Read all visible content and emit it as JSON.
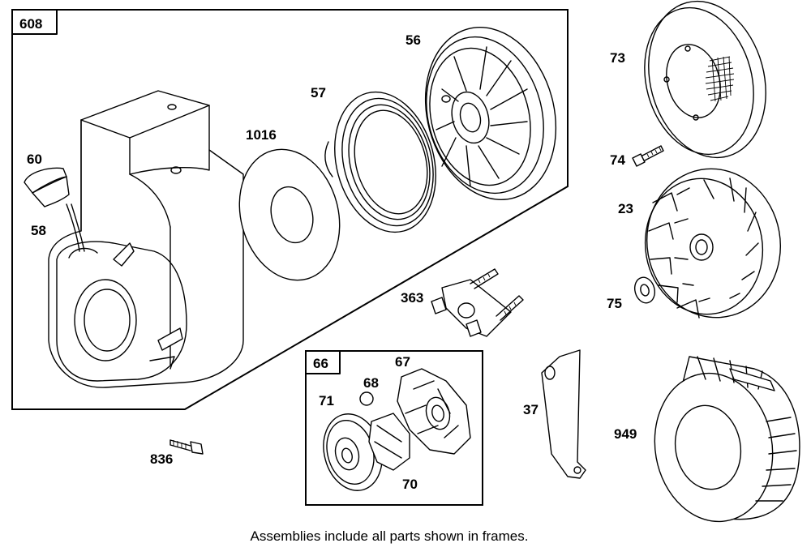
{
  "frames": {
    "main": "608",
    "sub": "66"
  },
  "parts": {
    "p56": "56",
    "p57": "57",
    "p1016": "1016",
    "p60": "60",
    "p58": "58",
    "p73": "73",
    "p74": "74",
    "p23": "23",
    "p75": "75",
    "p363": "363",
    "p67": "67",
    "p68": "68",
    "p71": "71",
    "p70": "70",
    "p37": "37",
    "p949": "949",
    "p836": "836"
  },
  "caption": "Assemblies include all parts shown in frames."
}
